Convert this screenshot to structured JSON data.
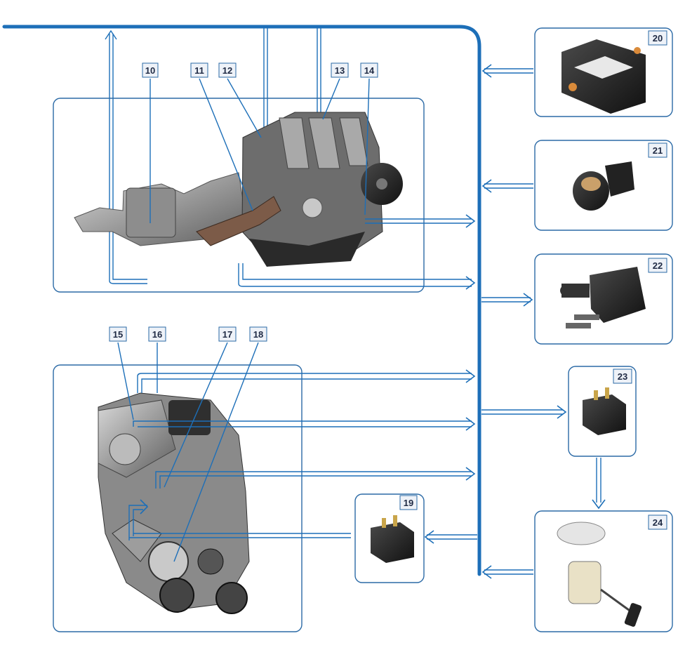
{
  "callouts": {
    "c10": "10",
    "c11": "11",
    "c12": "12",
    "c13": "13",
    "c14": "14",
    "c15": "15",
    "c16": "16",
    "c17": "17",
    "c18": "18",
    "c19": "19",
    "c20": "20",
    "c21": "21",
    "c22": "22",
    "c23": "23",
    "c24": "24"
  },
  "colors": {
    "bus": "#1d6fb8",
    "leader": "#1d6fb8",
    "box_border": "#2b6aa6",
    "callout_fill": "#eef2f8",
    "callout_text": "#1f2a44"
  }
}
